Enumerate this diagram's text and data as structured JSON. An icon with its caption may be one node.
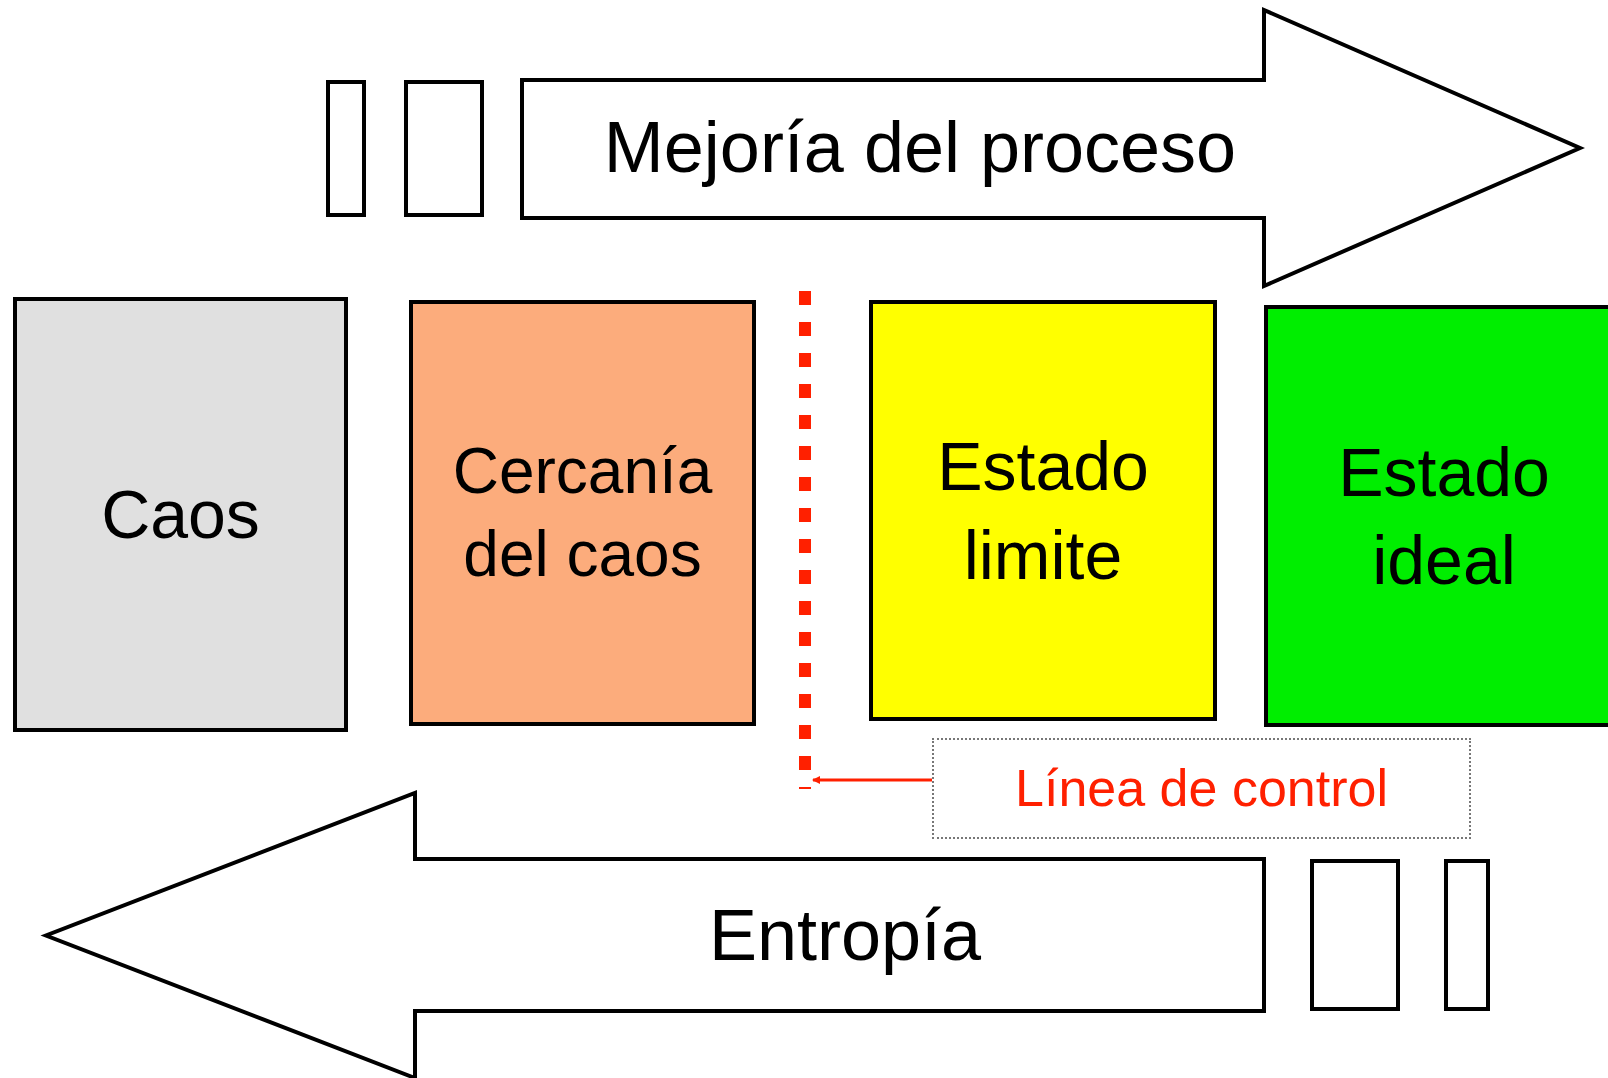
{
  "diagram": {
    "nodes": [
      {
        "text": [
          "Mejoría del proceso"
        ]
      },
      {
        "text": [
          "Caos"
        ]
      },
      {
        "text": [
          "Cercanía del caos"
        ]
      },
      {
        "text": [],
        "shape": "line"
      },
      {
        "text": [
          "Estado limite"
        ]
      },
      {
        "text": [
          "Estado ideal"
        ]
      },
      {
        "text": [
          "Línea de control"
        ]
      },
      {
        "text": [
          "Entropía"
        ]
      }
    ],
    "edges": [
      {
        "from": 6,
        "to": 3,
        "arrow": "to",
        "color": "#ff2000"
      }
    ]
  }
}
